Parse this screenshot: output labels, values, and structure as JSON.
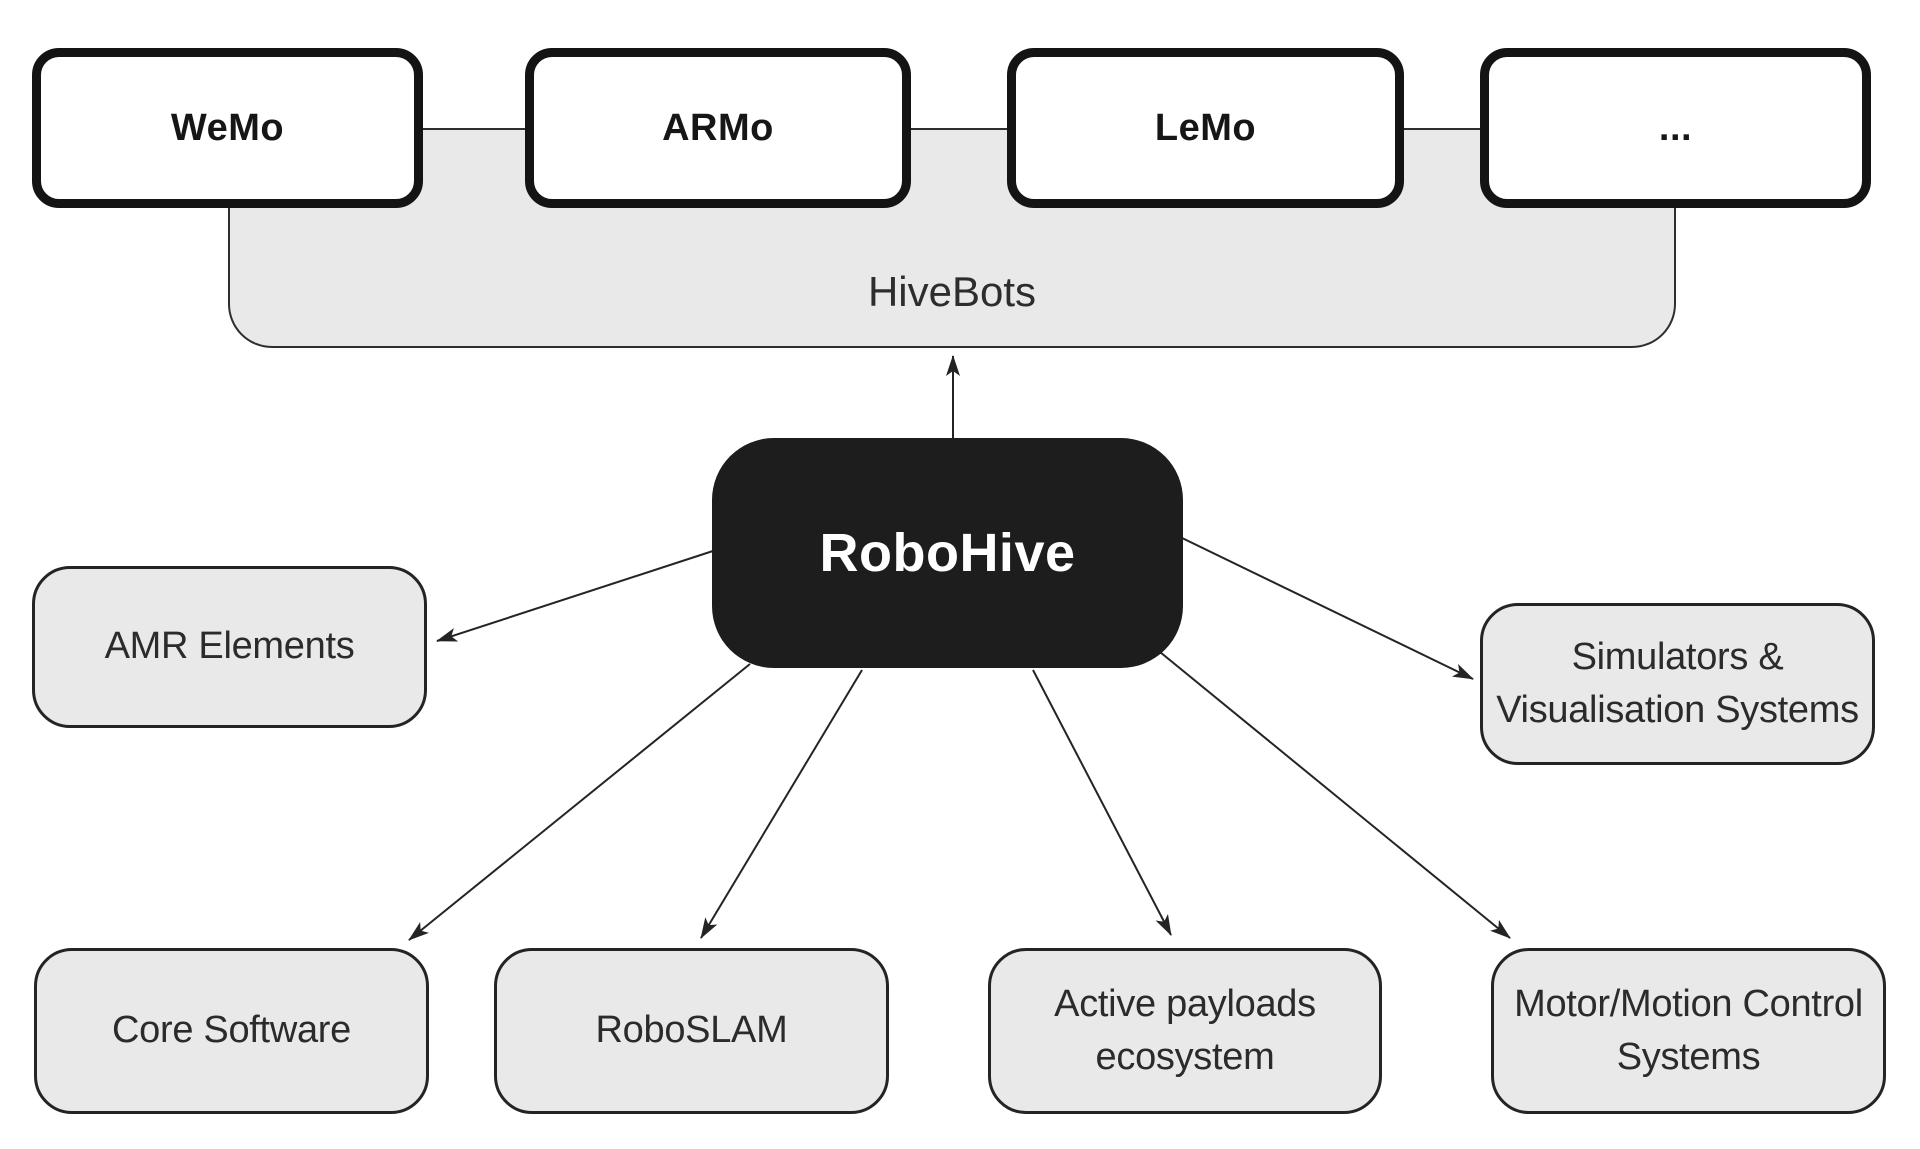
{
  "diagram": {
    "hivebots": {
      "label": "HiveBots"
    },
    "robots": [
      {
        "id": "wemo",
        "label": "WeMo"
      },
      {
        "id": "armo",
        "label": "ARMo"
      },
      {
        "id": "lemo",
        "label": "LeMo"
      },
      {
        "id": "more",
        "label": "..."
      }
    ],
    "hub": {
      "label": "RoboHive"
    },
    "components": [
      {
        "id": "amr",
        "label": "AMR Elements"
      },
      {
        "id": "sim",
        "label": "Simulators &\nVisualisation Systems"
      },
      {
        "id": "core",
        "label": "Core Software"
      },
      {
        "id": "roboslam",
        "label": "RoboSLAM"
      },
      {
        "id": "payloads",
        "label": "Active payloads\necosystem"
      },
      {
        "id": "motor",
        "label": "Motor/Motion Control\nSystems"
      }
    ],
    "edges": [
      {
        "from": "RoboHive",
        "to": "HiveBots"
      },
      {
        "from": "RoboHive",
        "to": "AMR Elements"
      },
      {
        "from": "RoboHive",
        "to": "Simulators & Visualisation Systems"
      },
      {
        "from": "RoboHive",
        "to": "Core Software"
      },
      {
        "from": "RoboHive",
        "to": "RoboSLAM"
      },
      {
        "from": "RoboHive",
        "to": "Active payloads ecosystem"
      },
      {
        "from": "RoboHive",
        "to": "Motor/Motion Control Systems"
      }
    ],
    "colors": {
      "node_fill": "#e9e9e9",
      "robot_fill": "#ffffff",
      "robot_border": "#141414",
      "hub_fill": "#1d1d1e",
      "hub_text": "#ffffff",
      "arrow": "#242424"
    }
  }
}
